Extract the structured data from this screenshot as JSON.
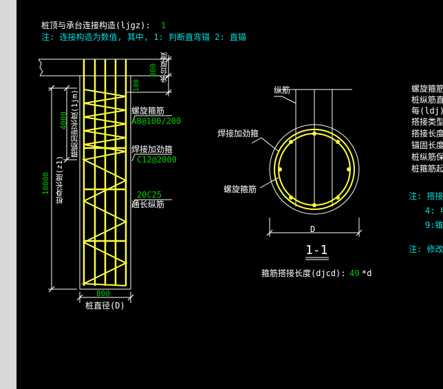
{
  "header": {
    "title_label": "桩顶与承台连接构造(ljgz):",
    "title_value": "1",
    "note_line": "注: 连接构造为数值, 其中, 1: 判断直弯锚      2: 直锚"
  },
  "left_diagram": {
    "cap_thickness_value": "800",
    "cap_thickness_label": "承台厚度",
    "embed_value": "100",
    "dense_length_value": "4000",
    "dense_length_label": "箍筋加密长度(1jm)",
    "pile_length_value": "10000",
    "pile_length_label": "桩身长度(z1)",
    "spiral_label": "螺旋箍筋",
    "spiral_spec": "A8@100/200",
    "weld_label": "焊接加劲箍",
    "weld_spec": "C12@2000",
    "long_bar_spec": "20C25",
    "long_bar_label": "通长纵筋",
    "diameter_value": "800",
    "diameter_label": "桩直径(D)"
  },
  "section": {
    "long_bar_label": "纵筋",
    "weld_label": "焊接加劲箍",
    "spiral_label": "螺旋箍筋",
    "dim_label": "D",
    "section_title": "1-1",
    "lap_label": "箍筋搭接长度(djcd):",
    "lap_value": "49",
    "lap_unit": "*d"
  },
  "right_panel": {
    "lines": [
      "螺旋箍筋",
      "桩纵筋直",
      "每(ldj)",
      "搭接类型",
      "搭接长度",
      "锚固长度",
      "桩纵筋保",
      "桩箍筋起"
    ],
    "note1": "注: 搭接",
    "opt4": "4: 电",
    "opt9": "9:锥",
    "note2": "注: 修改"
  },
  "colors": {
    "background": "#000000",
    "text": "#ffffff",
    "note": "#00e0e0",
    "value": "#00d000",
    "rebar": "#ffff40"
  }
}
